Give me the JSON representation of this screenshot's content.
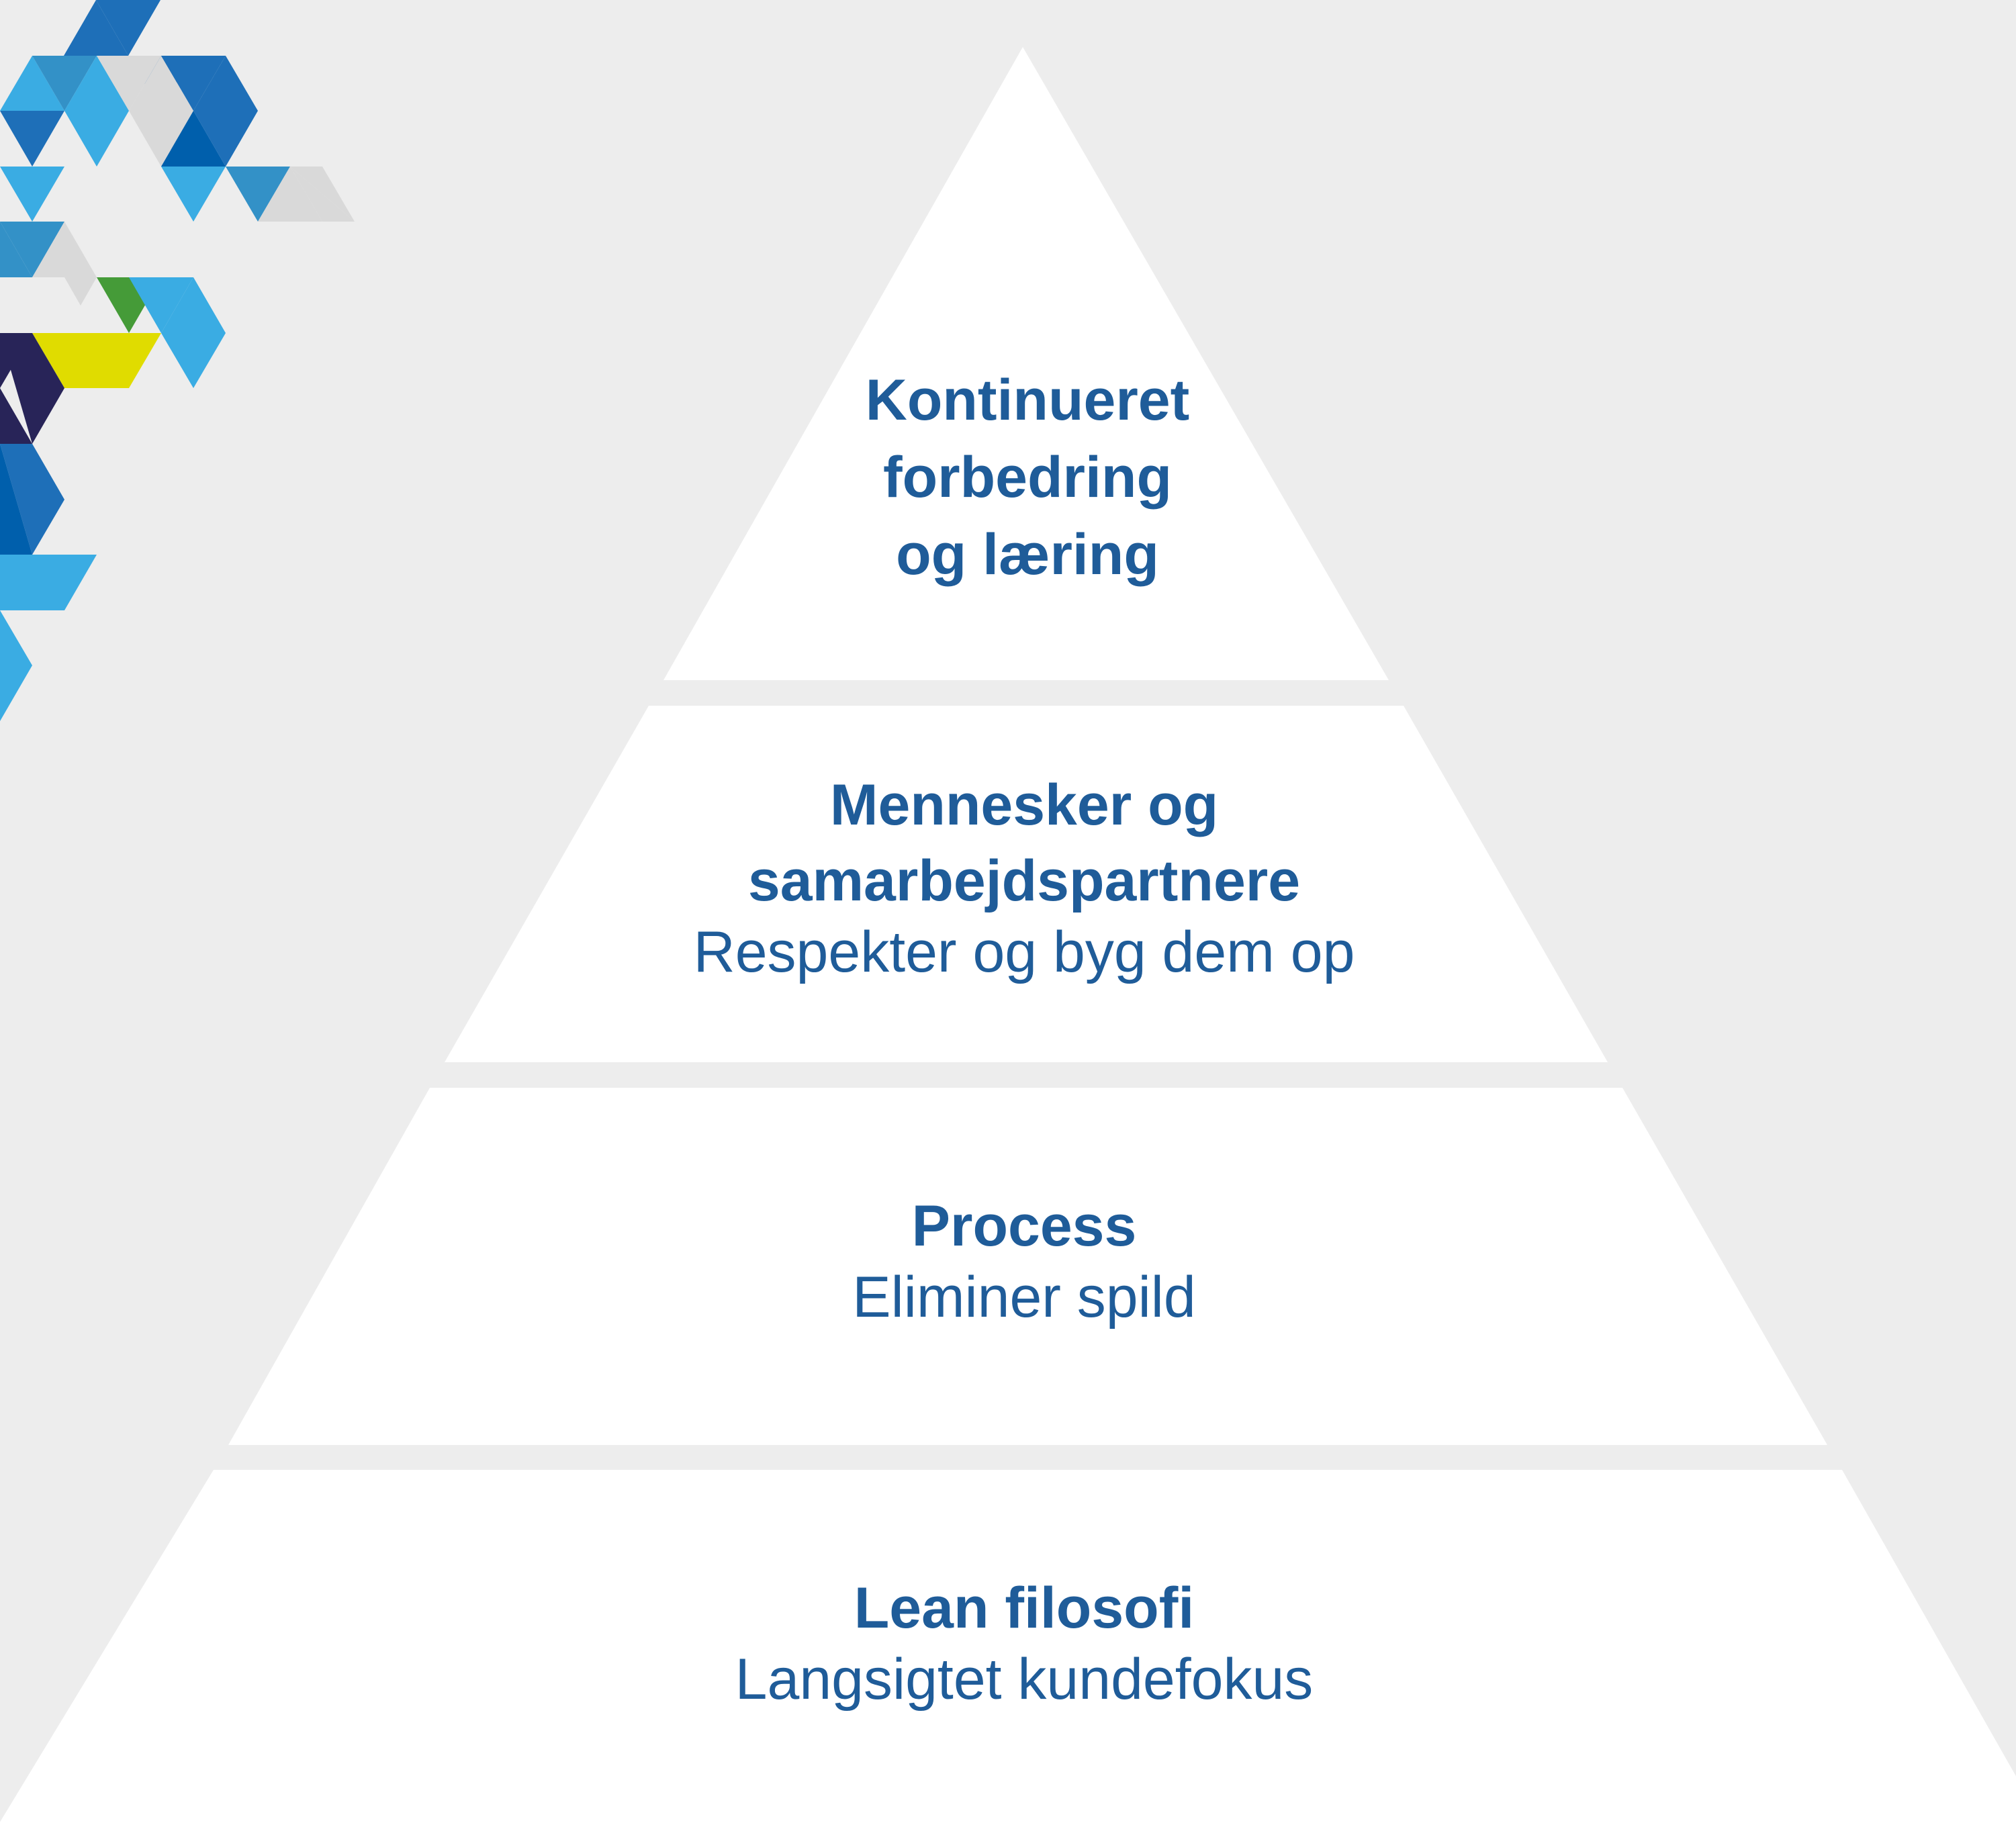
{
  "colors": {
    "background": "#ededed",
    "tier_fill": "#ffffff",
    "text": "#1f5c99",
    "mosaic_blue": "#1e6fb8",
    "mosaic_light_blue": "#3aace3",
    "mosaic_mid_blue": "#3391c7",
    "mosaic_dark_blue": "#005fac",
    "mosaic_gray": "#d9d9d9",
    "mosaic_green": "#459b38",
    "mosaic_yellow": "#e0dc00",
    "mosaic_navy": "#282458"
  },
  "pyramid": {
    "tiers": [
      {
        "id": "top",
        "lines": [
          {
            "text": "Kontinueret",
            "weight": "bold"
          },
          {
            "text": "forbedring",
            "weight": "bold"
          },
          {
            "text": "og læring",
            "weight": "bold"
          }
        ]
      },
      {
        "id": "people",
        "lines": [
          {
            "text": "Mennesker og",
            "weight": "bold"
          },
          {
            "text": "samarbejdspartnere",
            "weight": "bold"
          },
          {
            "text": "Respekter og byg dem op",
            "weight": "normal"
          }
        ]
      },
      {
        "id": "process",
        "lines": [
          {
            "text": "Process",
            "weight": "bold"
          },
          {
            "text": "Eliminer spild",
            "weight": "normal"
          }
        ]
      },
      {
        "id": "philosophy",
        "lines": [
          {
            "text": "Lean filosofi",
            "weight": "bold"
          },
          {
            "text": "Langsigtet kundefokus",
            "weight": "normal"
          }
        ]
      }
    ]
  }
}
